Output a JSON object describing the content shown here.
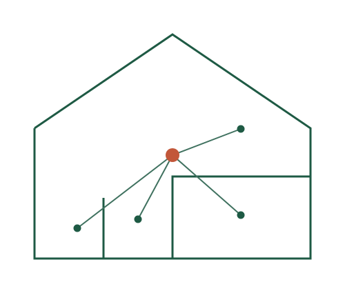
{
  "colors": {
    "outline": "#1e5a44",
    "connector": "#3f715f",
    "node": "#1e5a44",
    "hub": "#c2573a",
    "background": "#ffffff"
  },
  "diagram": {
    "hub_icon": "hub-node",
    "node_icons": [
      "node-top-right",
      "node-bottom-right",
      "node-center-bottom",
      "node-left-bottom"
    ]
  }
}
